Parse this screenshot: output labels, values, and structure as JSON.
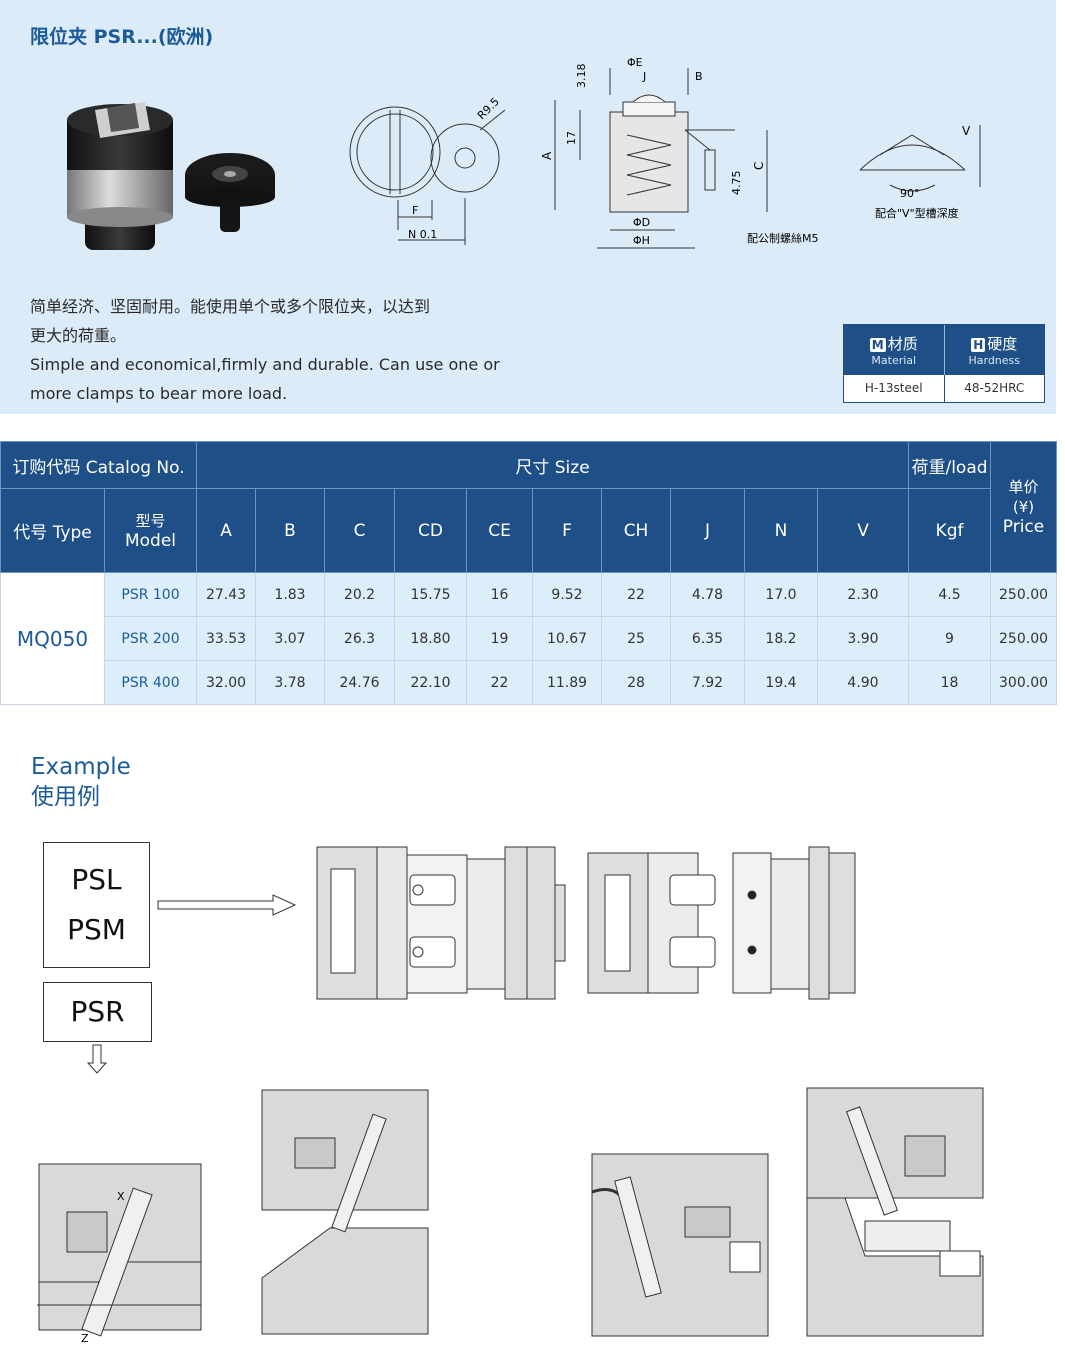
{
  "title": "限位夹 PSR...(欧洲)",
  "description": {
    "zh_line1": "简单经济、坚固耐用。能使用单个或多个限位夹，以达到",
    "zh_line2": "更大的荷重。",
    "en_line1": "Simple and economical,firmly and durable. Can use one or",
    "en_line2": "more clamps to bear more load."
  },
  "drawing": {
    "dim_phiE": "ΦE",
    "dim_J": "J",
    "dim_B": "B",
    "dim_318": "3.18",
    "dim_17": "17",
    "dim_A": "A",
    "dim_C": "C",
    "dim_475": "4.75",
    "dim_phiD": "ΦD",
    "dim_phiH": "ΦH",
    "note_m5": "配公制螺絲M5",
    "dim_R95": "R9.5",
    "dim_F": "F",
    "dim_N": "N 0.1",
    "dim_V": "V",
    "angle": "90°",
    "note_v": "配合\"V\"型槽深度"
  },
  "material": {
    "material_zh": "材质",
    "material_badge": "M",
    "material_en": "Material",
    "hardness_zh": "硬度",
    "hardness_badge": "H",
    "hardness_en": "Hardness",
    "material_value": "H-13steel",
    "hardness_value": "48-52HRC"
  },
  "table": {
    "catalog": "订购代码 Catalog No.",
    "size": "尺寸 Size",
    "load": "荷重/load",
    "price_zh": "单价",
    "price_unit": "(¥)",
    "price_en": "Price",
    "type": "代号 Type",
    "model_zh": "型号",
    "model_en": "Model",
    "cols": [
      "A",
      "B",
      "C",
      "CD",
      "CE",
      "F",
      "CH",
      "J",
      "N",
      "V"
    ],
    "kgf": "Kgf",
    "type_value": "MQ050",
    "rows": [
      {
        "model": "PSR 100",
        "A": "27.43",
        "B": "1.83",
        "C": "20.2",
        "CD": "15.75",
        "CE": "16",
        "F": "9.52",
        "CH": "22",
        "J": "4.78",
        "N": "17.0",
        "V": "2.30",
        "kgf": "4.5",
        "price": "250.00"
      },
      {
        "model": "PSR 200",
        "A": "33.53",
        "B": "3.07",
        "C": "26.3",
        "CD": "18.80",
        "CE": "19",
        "F": "10.67",
        "CH": "25",
        "J": "6.35",
        "N": "18.2",
        "V": "3.90",
        "kgf": "9",
        "price": "250.00"
      },
      {
        "model": "PSR 400",
        "A": "32.00",
        "B": "3.78",
        "C": "24.76",
        "CD": "22.10",
        "CE": "22",
        "F": "11.89",
        "CH": "28",
        "J": "7.92",
        "N": "19.4",
        "V": "4.90",
        "kgf": "18",
        "price": "300.00"
      }
    ]
  },
  "example": {
    "title_en": "Example",
    "title_zh": "使用例",
    "box1_line1": "PSL",
    "box1_line2": "PSM",
    "box2": "PSR",
    "label_x": "X",
    "label_z": "Z"
  }
}
